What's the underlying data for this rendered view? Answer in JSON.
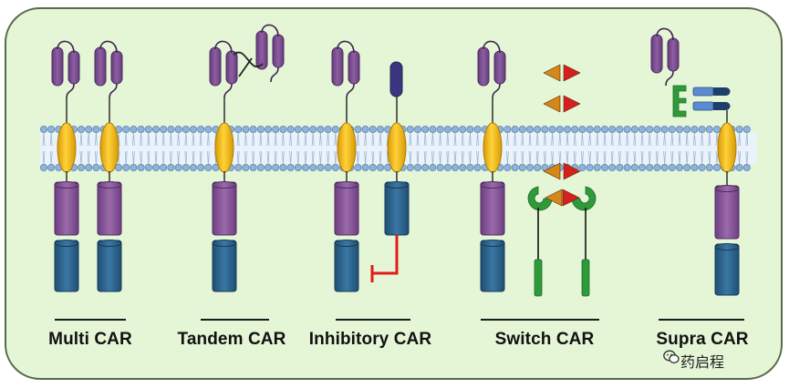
{
  "labels": {
    "multi": "Multi CAR",
    "tandem": "Tandem CAR",
    "inhibitory": "Inhibitory CAR",
    "switch": "Switch CAR",
    "supra": "Supra CAR"
  },
  "watermark": {
    "text": "药启程",
    "icon": "wechat-icon"
  },
  "colors": {
    "panel_bg": "#e5f6d6",
    "panel_border": "#5a6a4a",
    "scfv": "#7a4f8f",
    "transmembrane": "#f2b90f",
    "costim": "#8a5a98",
    "cd3z": "#2a5f86",
    "inhibitory_head": "#3b3680",
    "inhibitory_signal": "#e21b1b",
    "switch_receptor": "#2f9a3a",
    "switch_ligand_orange": "#d4871a",
    "switch_ligand_red": "#d61f1f",
    "zipper_light": "#5b8bd0",
    "zipper_dark": "#1d3f6b",
    "membrane_head": "#8fb3dc"
  }
}
